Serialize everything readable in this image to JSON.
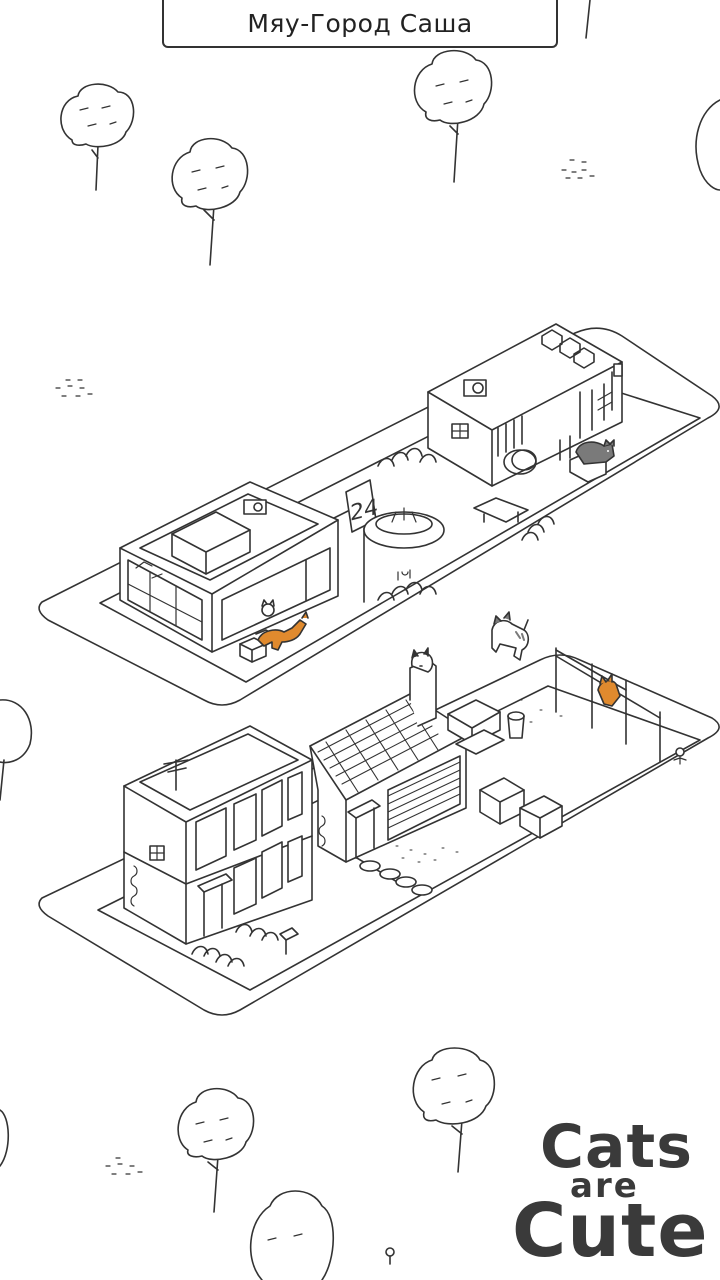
{
  "header": {
    "town_title": "Мяу-Город Саша"
  },
  "store": {
    "sign_text": "24"
  },
  "logo": {
    "line1": "Cats",
    "line2": "are",
    "line3": "Cute"
  },
  "colors": {
    "ink": "#333333",
    "orange_cat": "#e08a2e",
    "grey_cat": "#7a7a7a",
    "background": "#ffffff"
  }
}
